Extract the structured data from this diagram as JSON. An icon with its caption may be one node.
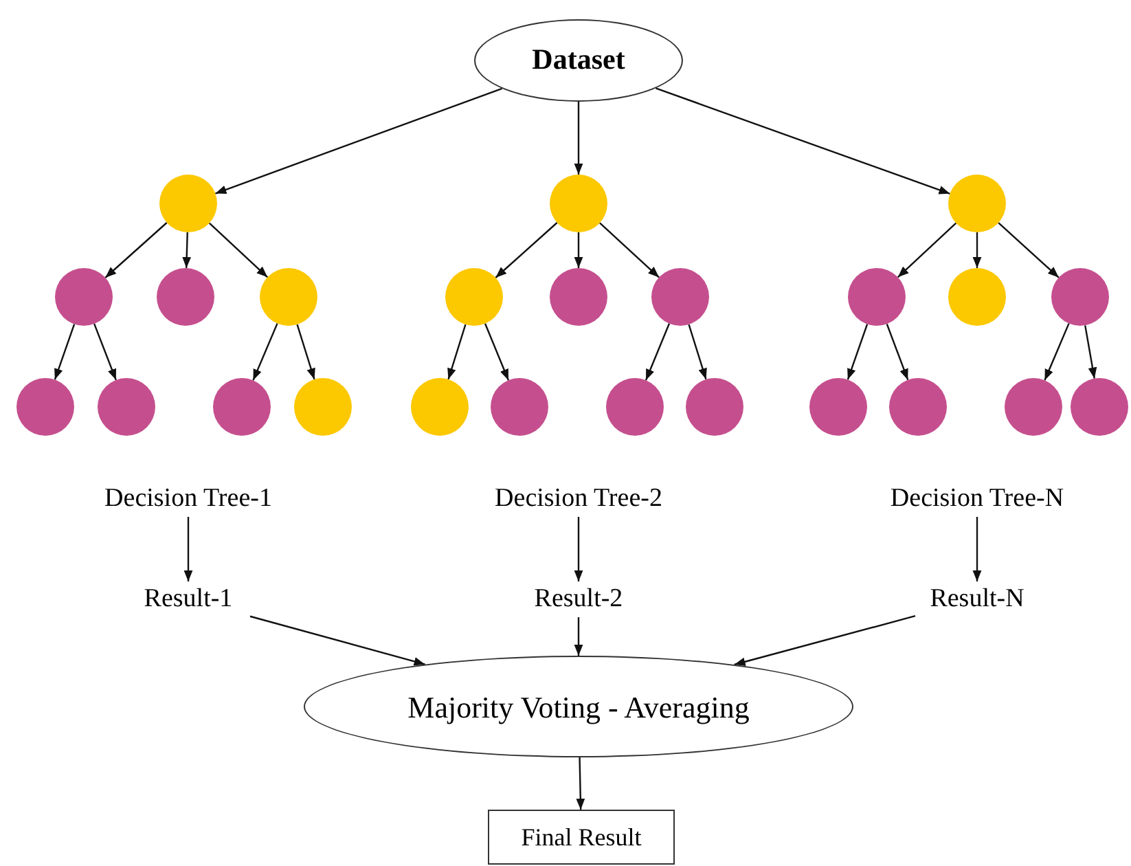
{
  "diagram": {
    "nodes": [
      {
        "text": [
          "Dataset"
        ]
      },
      {
        "text": [],
        "shape": "circle"
      },
      {
        "text": [],
        "shape": "circle"
      },
      {
        "text": [],
        "shape": "circle"
      },
      {
        "text": [],
        "shape": "circle"
      },
      {
        "text": [],
        "shape": "circle"
      },
      {
        "text": [],
        "shape": "circle"
      },
      {
        "text": [],
        "shape": "circle"
      },
      {
        "text": [],
        "shape": "circle"
      },
      {
        "text": [],
        "shape": "circle"
      },
      {
        "text": [],
        "shape": "circle"
      },
      {
        "text": [],
        "shape": "circle"
      },
      {
        "text": [],
        "shape": "circle"
      },
      {
        "text": [],
        "shape": "circle"
      },
      {
        "text": [],
        "shape": "circle"
      },
      {
        "text": [],
        "shape": "circle"
      },
      {
        "text": [],
        "shape": "circle"
      },
      {
        "text": [],
        "shape": "circle"
      },
      {
        "text": [],
        "shape": "circle"
      },
      {
        "text": [],
        "shape": "circle"
      },
      {
        "text": [],
        "shape": "circle"
      },
      {
        "text": [],
        "shape": "circle"
      },
      {
        "text": [],
        "shape": "circle"
      },
      {
        "text": [],
        "shape": "circle"
      },
      {
        "text": [],
        "shape": "circle"
      },
      {
        "text": [
          "Decision Tree-1"
        ]
      },
      {
        "text": [
          "Decision Tree-2"
        ]
      },
      {
        "text": [
          "Decision Tree-N"
        ]
      },
      {
        "text": [
          "Result-1"
        ]
      },
      {
        "text": [
          "Result-2"
        ]
      },
      {
        "text": [
          "Result-N"
        ]
      },
      {
        "text": [
          "Majority Voting - Averaging"
        ]
      },
      {
        "text": [
          "Final Result"
        ]
      }
    ],
    "edges": [
      {
        "from": 0,
        "to": 1,
        "arrow": "to"
      },
      {
        "from": 0,
        "to": 2,
        "arrow": "to"
      },
      {
        "from": 0,
        "to": 3,
        "arrow": "to"
      },
      {
        "from": 1,
        "to": 4,
        "arrow": "to"
      },
      {
        "from": 1,
        "to": 5,
        "arrow": "to"
      },
      {
        "from": 1,
        "to": 6,
        "arrow": "to"
      },
      {
        "from": 2,
        "to": 7,
        "arrow": "to"
      },
      {
        "from": 2,
        "to": 8,
        "arrow": "to"
      },
      {
        "from": 2,
        "to": 9,
        "arrow": "to"
      },
      {
        "from": 3,
        "to": 10,
        "arrow": "to"
      },
      {
        "from": 3,
        "to": 11,
        "arrow": "to"
      },
      {
        "from": 3,
        "to": 12,
        "arrow": "to"
      },
      {
        "from": 4,
        "to": 13,
        "arrow": "to"
      },
      {
        "from": 4,
        "to": 14,
        "arrow": "to"
      },
      {
        "from": 6,
        "to": 15,
        "arrow": "to"
      },
      {
        "from": 6,
        "to": 16,
        "arrow": "to"
      },
      {
        "from": 7,
        "to": 17,
        "arrow": "to"
      },
      {
        "from": 7,
        "to": 18,
        "arrow": "to"
      },
      {
        "from": 9,
        "to": 19,
        "arrow": "to"
      },
      {
        "from": 9,
        "to": 20,
        "arrow": "to"
      },
      {
        "from": 10,
        "to": 21,
        "arrow": "to"
      },
      {
        "from": 10,
        "to": 22,
        "arrow": "to"
      },
      {
        "from": 12,
        "to": 23,
        "arrow": "to"
      },
      {
        "from": 12,
        "to": 24,
        "arrow": "to"
      },
      {
        "from": 25,
        "to": 28,
        "arrow": "to"
      },
      {
        "from": 26,
        "to": 29,
        "arrow": "to"
      },
      {
        "from": 27,
        "to": 30,
        "arrow": "to"
      },
      {
        "from": 28,
        "to": 31,
        "arrow": "to"
      },
      {
        "from": 29,
        "to": 31,
        "arrow": "to"
      },
      {
        "from": 30,
        "to": 31,
        "arrow": "to"
      },
      {
        "from": 31,
        "to": 32,
        "arrow": "to"
      }
    ]
  }
}
